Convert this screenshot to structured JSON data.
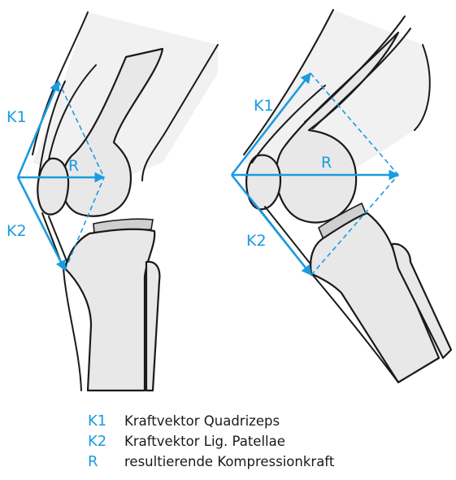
{
  "vectors": {
    "k1": "K1",
    "k2": "K2",
    "r": "R"
  },
  "legend": [
    {
      "key": "K1",
      "text": "Kraftvektor Quadrizeps"
    },
    {
      "key": "K2",
      "text": "Kraftvektor Lig. Patellae"
    },
    {
      "key": "R",
      "text": "resultierende Kompressionkraft"
    }
  ],
  "colors": {
    "vector": "#1a9be0",
    "bone": "#e8e8e8",
    "outline": "#1a1a1a"
  }
}
